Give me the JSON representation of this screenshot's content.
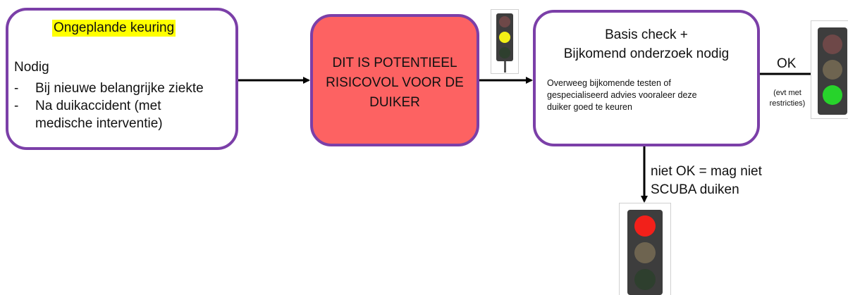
{
  "box1": {
    "title": "Ongeplande keuring",
    "nodig": "Nodig",
    "items": [
      {
        "dash": "-",
        "text": "Bij nieuwe belangrijke ziekte"
      },
      {
        "dash": "-",
        "text": "Na duikaccident (met"
      }
    ],
    "continuation": "medische interventie)"
  },
  "box2": {
    "lines": [
      "DIT IS POTENTIEEL",
      "RISICOVOL VOOR DE",
      "DUIKER"
    ]
  },
  "box3": {
    "title_lines": [
      "Basis check +",
      "Bijkomend onderzoek nodig"
    ],
    "note_lines": [
      "Overweeg bijkomende testen of",
      "gespecialiseerd advies vooraleer deze",
      "duiker goed te keuren"
    ]
  },
  "ok_label": "OK",
  "ok_note_lines": [
    "(evt met",
    "restricties)"
  ],
  "niet_ok_lines": [
    "niet OK = mag niet",
    "SCUBA duiken"
  ],
  "colors": {
    "border": "#7b3fa8",
    "risk_fill": "#fd6262",
    "highlight": "#ffff00",
    "light_red": "#f2201a",
    "light_yellow": "#f3ef16",
    "light_green": "#27d32b"
  },
  "traffic_lights": [
    {
      "name": "yellow",
      "active": "yellow"
    },
    {
      "name": "green",
      "active": "green"
    },
    {
      "name": "red",
      "active": "red"
    }
  ]
}
